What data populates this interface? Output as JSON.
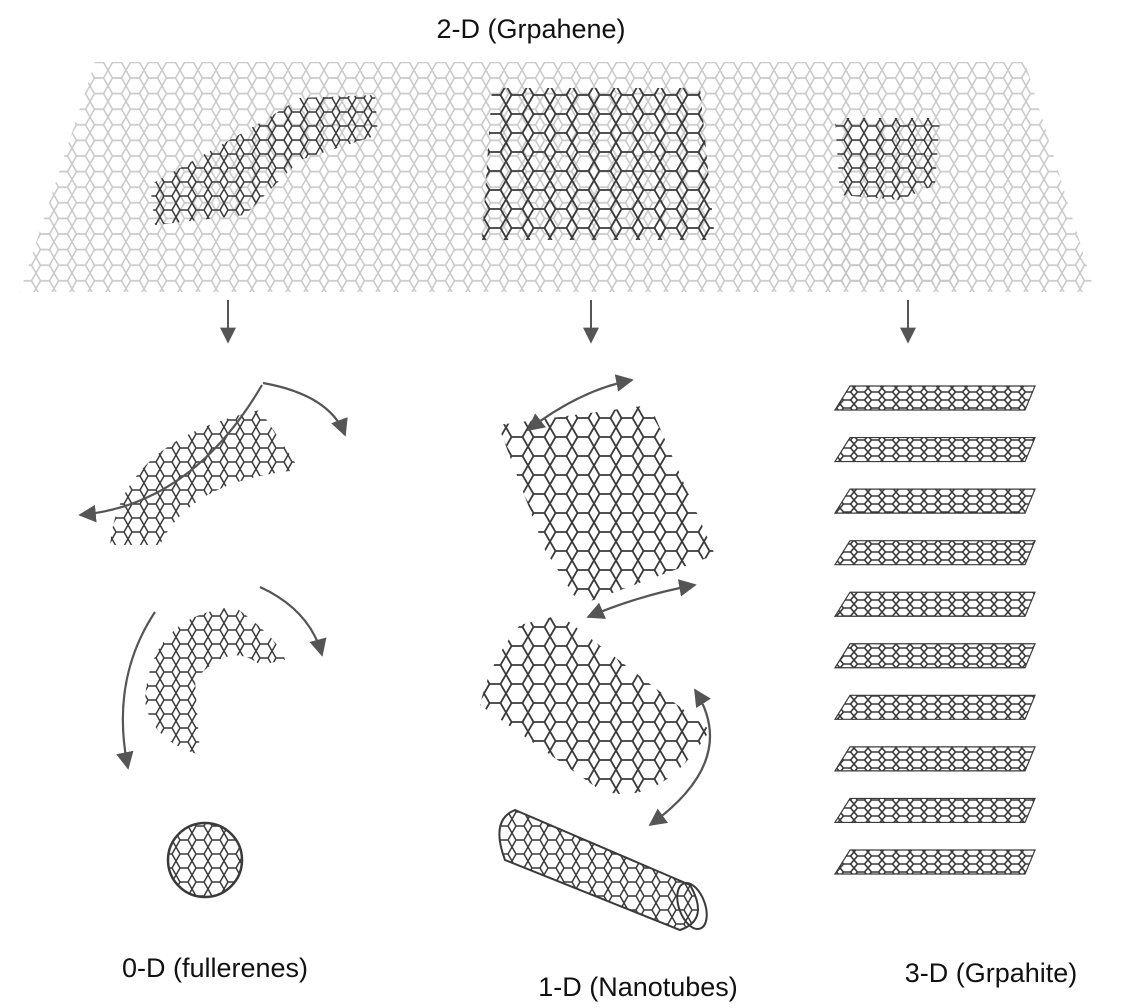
{
  "labels": {
    "top": "2-D (Grpahene)",
    "zero_d": "0-D (fullerenes)",
    "one_d": "1-D (Nanotubes)",
    "three_d": "3-D (Grpahite)"
  },
  "colors": {
    "bond": "#3a3a3a",
    "sheet": "#bdbdbd",
    "arrow": "#555555",
    "text": "#111111"
  },
  "graphite_layer_count": 10
}
